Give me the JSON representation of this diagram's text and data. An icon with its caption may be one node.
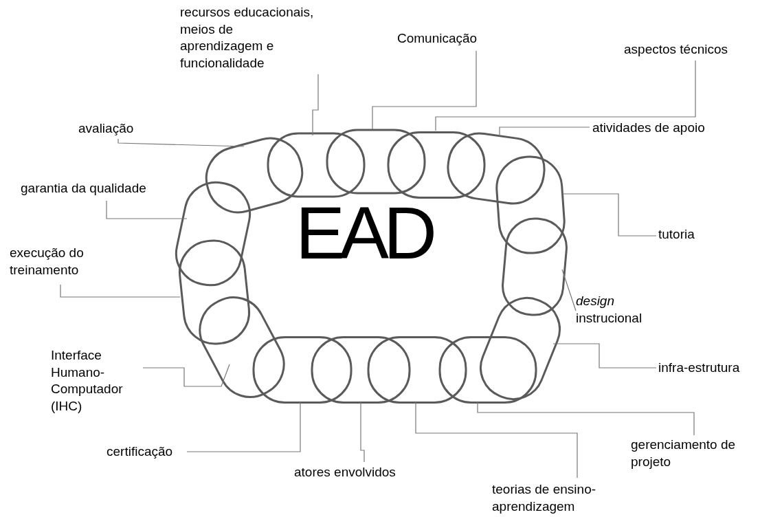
{
  "diagram": {
    "nodes": [
      {
        "text": [
          "recursos educacionais, meios de aprendizagem e funcionalidade"
        ]
      },
      {
        "text": [
          "Comunicação"
        ]
      },
      {
        "text": [
          "aspectos técnicos"
        ]
      },
      {
        "text": [
          "atividades de apoio"
        ]
      },
      {
        "text": [
          "tutoria"
        ]
      },
      {
        "text": [
          "*design* instrucional"
        ]
      },
      {
        "text": [
          "infra-estrutura"
        ]
      },
      {
        "text": [
          "gerenciamento de projeto"
        ]
      },
      {
        "text": [
          "teorias de ensino-aprendizagem"
        ]
      },
      {
        "text": [
          "atores envolvidos"
        ]
      },
      {
        "text": [
          "certificação"
        ]
      },
      {
        "text": [
          "Interface Humano-Computador (IHC)"
        ]
      },
      {
        "text": [
          "execução do treinamento"
        ]
      },
      {
        "text": [
          "garantia da qualidade"
        ]
      },
      {
        "text": [
          "avaliação"
        ]
      }
    ],
    "edges": [
      {
        "from": 0,
        "to": null,
        "arrow": "none"
      },
      {
        "from": 1,
        "to": null,
        "arrow": "none"
      },
      {
        "from": 2,
        "to": null,
        "arrow": "none"
      },
      {
        "from": 3,
        "to": null,
        "arrow": "none"
      },
      {
        "from": 4,
        "to": null,
        "arrow": "none"
      },
      {
        "from": 5,
        "to": null,
        "arrow": "none"
      },
      {
        "from": 6,
        "to": null,
        "arrow": "none"
      },
      {
        "from": 7,
        "to": null,
        "arrow": "none"
      },
      {
        "from": 8,
        "to": null,
        "arrow": "none"
      },
      {
        "from": 9,
        "to": null,
        "arrow": "none"
      },
      {
        "from": 10,
        "to": null,
        "arrow": "none"
      },
      {
        "from": 11,
        "to": null,
        "arrow": "none"
      },
      {
        "from": 12,
        "to": null,
        "arrow": "none"
      },
      {
        "from": 13,
        "to": null,
        "arrow": "none"
      },
      {
        "from": 14,
        "to": null,
        "arrow": "none"
      }
    ],
    "labels": [
      "EAD"
    ]
  }
}
